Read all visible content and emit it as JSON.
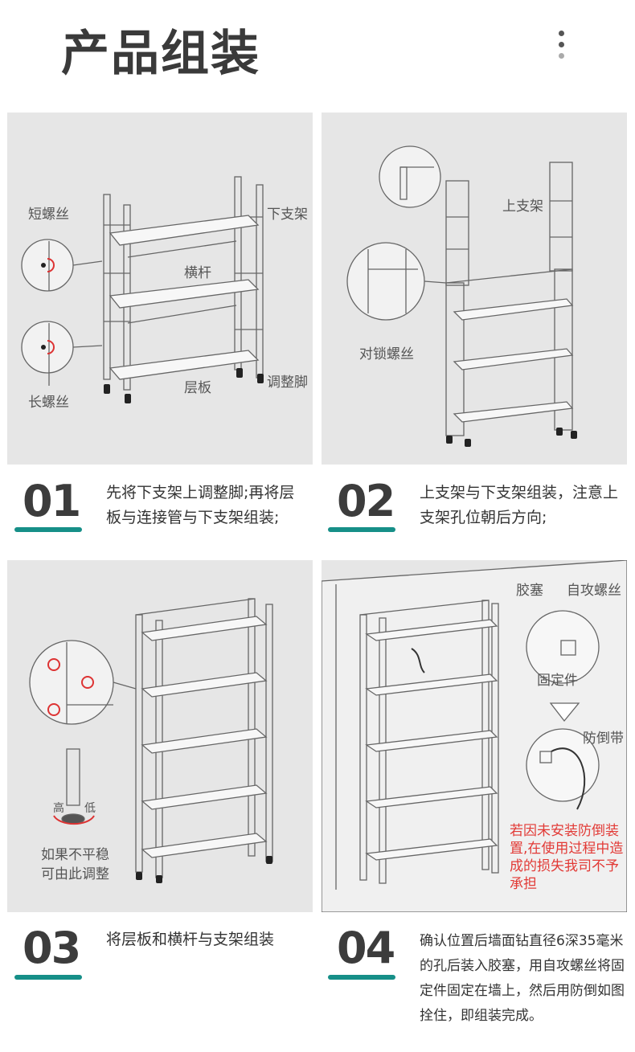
{
  "header": {
    "title": "产品组装"
  },
  "panels": {
    "p1": {
      "short_screw": "短螺丝",
      "lower_frame": "下支架",
      "crossbar": "横杆",
      "long_screw": "长螺丝",
      "shelf": "层板",
      "adjust_foot": "调整脚"
    },
    "p2": {
      "upper_frame": "上支架",
      "lock_screw": "对锁螺丝"
    },
    "p3": {
      "high": "高",
      "low": "低",
      "uneven_line1": "如果不平稳",
      "uneven_line2": "可由此调整"
    },
    "p4": {
      "anchor": "胶塞",
      "self_tap": "自攻螺丝",
      "fixture": "固定件",
      "strap": "防倒带",
      "warning": "若因未安装防倒装置,在使用过程中造成的损失我司不予承担"
    }
  },
  "steps": [
    {
      "num": "01",
      "text": "先将下支架上调整脚;再将层板与连接管与下支架组装;"
    },
    {
      "num": "02",
      "text": "上支架与下支架组装，注意上支架孔位朝后方向;"
    },
    {
      "num": "03",
      "text": "将层板和横杆与支架组装"
    },
    {
      "num": "04",
      "text": "确认位置后墙面钻直径6深35毫米的孔后装入胶塞，用自攻螺丝将固定件固定在墙上，然后用防倒如图拴住，即组装完成。"
    }
  ],
  "colors": {
    "accent": "#168f88",
    "warning": "#e23a36",
    "panel_bg": "#e6e6e6"
  }
}
